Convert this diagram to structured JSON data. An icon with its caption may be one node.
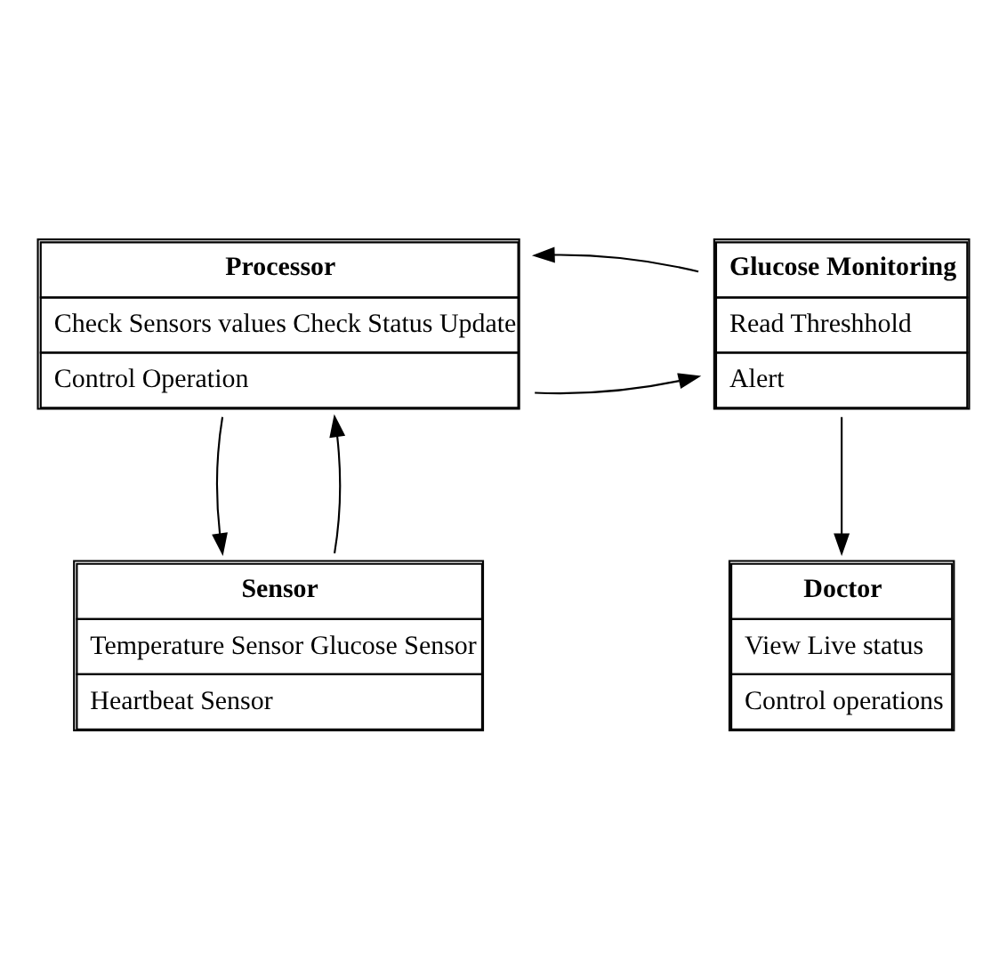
{
  "diagram": {
    "nodes": [
      {
        "text": [
          "Processor",
          "Check Sensors values Check Status Update",
          "Control Operation"
        ]
      },
      {
        "text": [
          "Glucose Monitoring",
          "Read Threshhold",
          "Alert"
        ]
      },
      {
        "text": [
          "Sensor",
          "Temperature Sensor Glucose Sensor",
          "Heartbeat Sensor"
        ]
      },
      {
        "text": [
          "Doctor",
          "View Live status",
          "Control operations"
        ]
      }
    ],
    "edges": [
      {
        "from": 0,
        "to": 1,
        "arrow": "to"
      },
      {
        "from": 1,
        "to": 0,
        "arrow": "to"
      },
      {
        "from": 0,
        "to": 2,
        "arrow": "to"
      },
      {
        "from": 2,
        "to": 0,
        "arrow": "to"
      },
      {
        "from": 1,
        "to": 3,
        "arrow": "to"
      }
    ]
  }
}
